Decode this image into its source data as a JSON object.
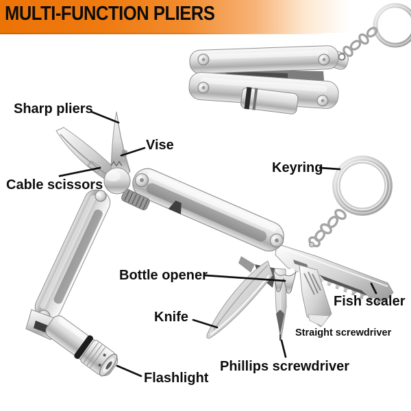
{
  "banner": {
    "title": "MULTI-FUNCTION PLIERS"
  },
  "labels": {
    "sharp_pliers": "Sharp pliers",
    "vise": "Vise",
    "cable_scissors": "Cable scissors",
    "keyring": "Keyring",
    "bottle_opener": "Bottle opener",
    "fish_scaler": "Fish scaler",
    "knife": "Knife",
    "straight_screwdriver": "Straight screwdriver",
    "phillips_screwdriver": "Phillips screwdriver",
    "flashlight": "Flashlight"
  },
  "colors": {
    "banner_orange": "#ec7306",
    "banner_fade": "#ffffff",
    "label_text": "#0d0d0d",
    "steel_light": "#fbfbfb",
    "steel_mid": "#c9c9c9",
    "steel_dark": "#8f8f8f"
  }
}
